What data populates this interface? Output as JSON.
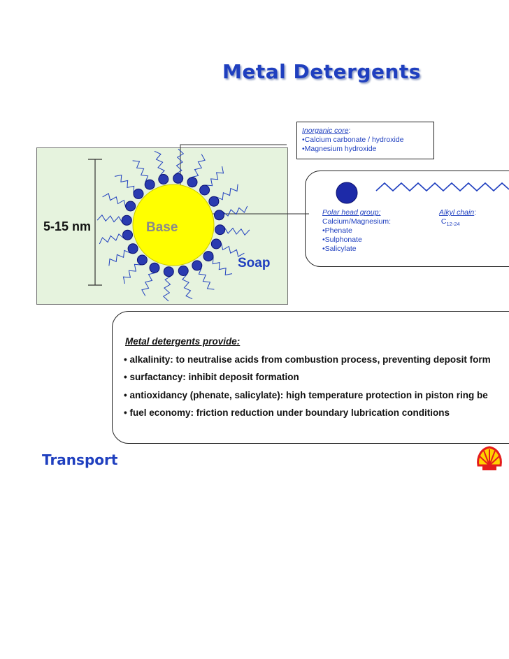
{
  "title": "Metal Detergents",
  "diagram": {
    "size_label": "5-15 nm",
    "base_label": "Base",
    "soap_label": "Soap",
    "colors": {
      "box_fill": "#e6f3de",
      "core": "#ffff00",
      "head": "#2a3bb0",
      "tail": "#1f3fbf"
    }
  },
  "inorganic_core": {
    "heading": "Inorganic core",
    "heading_suffix": ":",
    "items": [
      "•Calcium  carbonate / hydroxide",
      "•Magnesium hydroxide"
    ]
  },
  "molecule": {
    "polar_heading": "Polar head group:",
    "polar_lines": [
      "Calcium/Magnesium:",
      "•Phenate",
      "•Sulphonate",
      "•Salicylate"
    ],
    "alkyl_heading": "Alkyl chain",
    "alkyl_suffix": ":",
    "alkyl_base": "C",
    "alkyl_sub": "12-24"
  },
  "provides": {
    "heading": "Metal detergents provide:",
    "items": [
      "• alkalinity: to neutralise acids from combustion process, preventing deposit form",
      "• surfactancy: inhibit deposit formation",
      "• antioxidancy (phenate, salicylate): high temperature protection in piston ring be",
      "• fuel economy: friction reduction under boundary lubrication conditions"
    ]
  },
  "footer": {
    "brand": "Transport",
    "logo": "shell-logo"
  }
}
